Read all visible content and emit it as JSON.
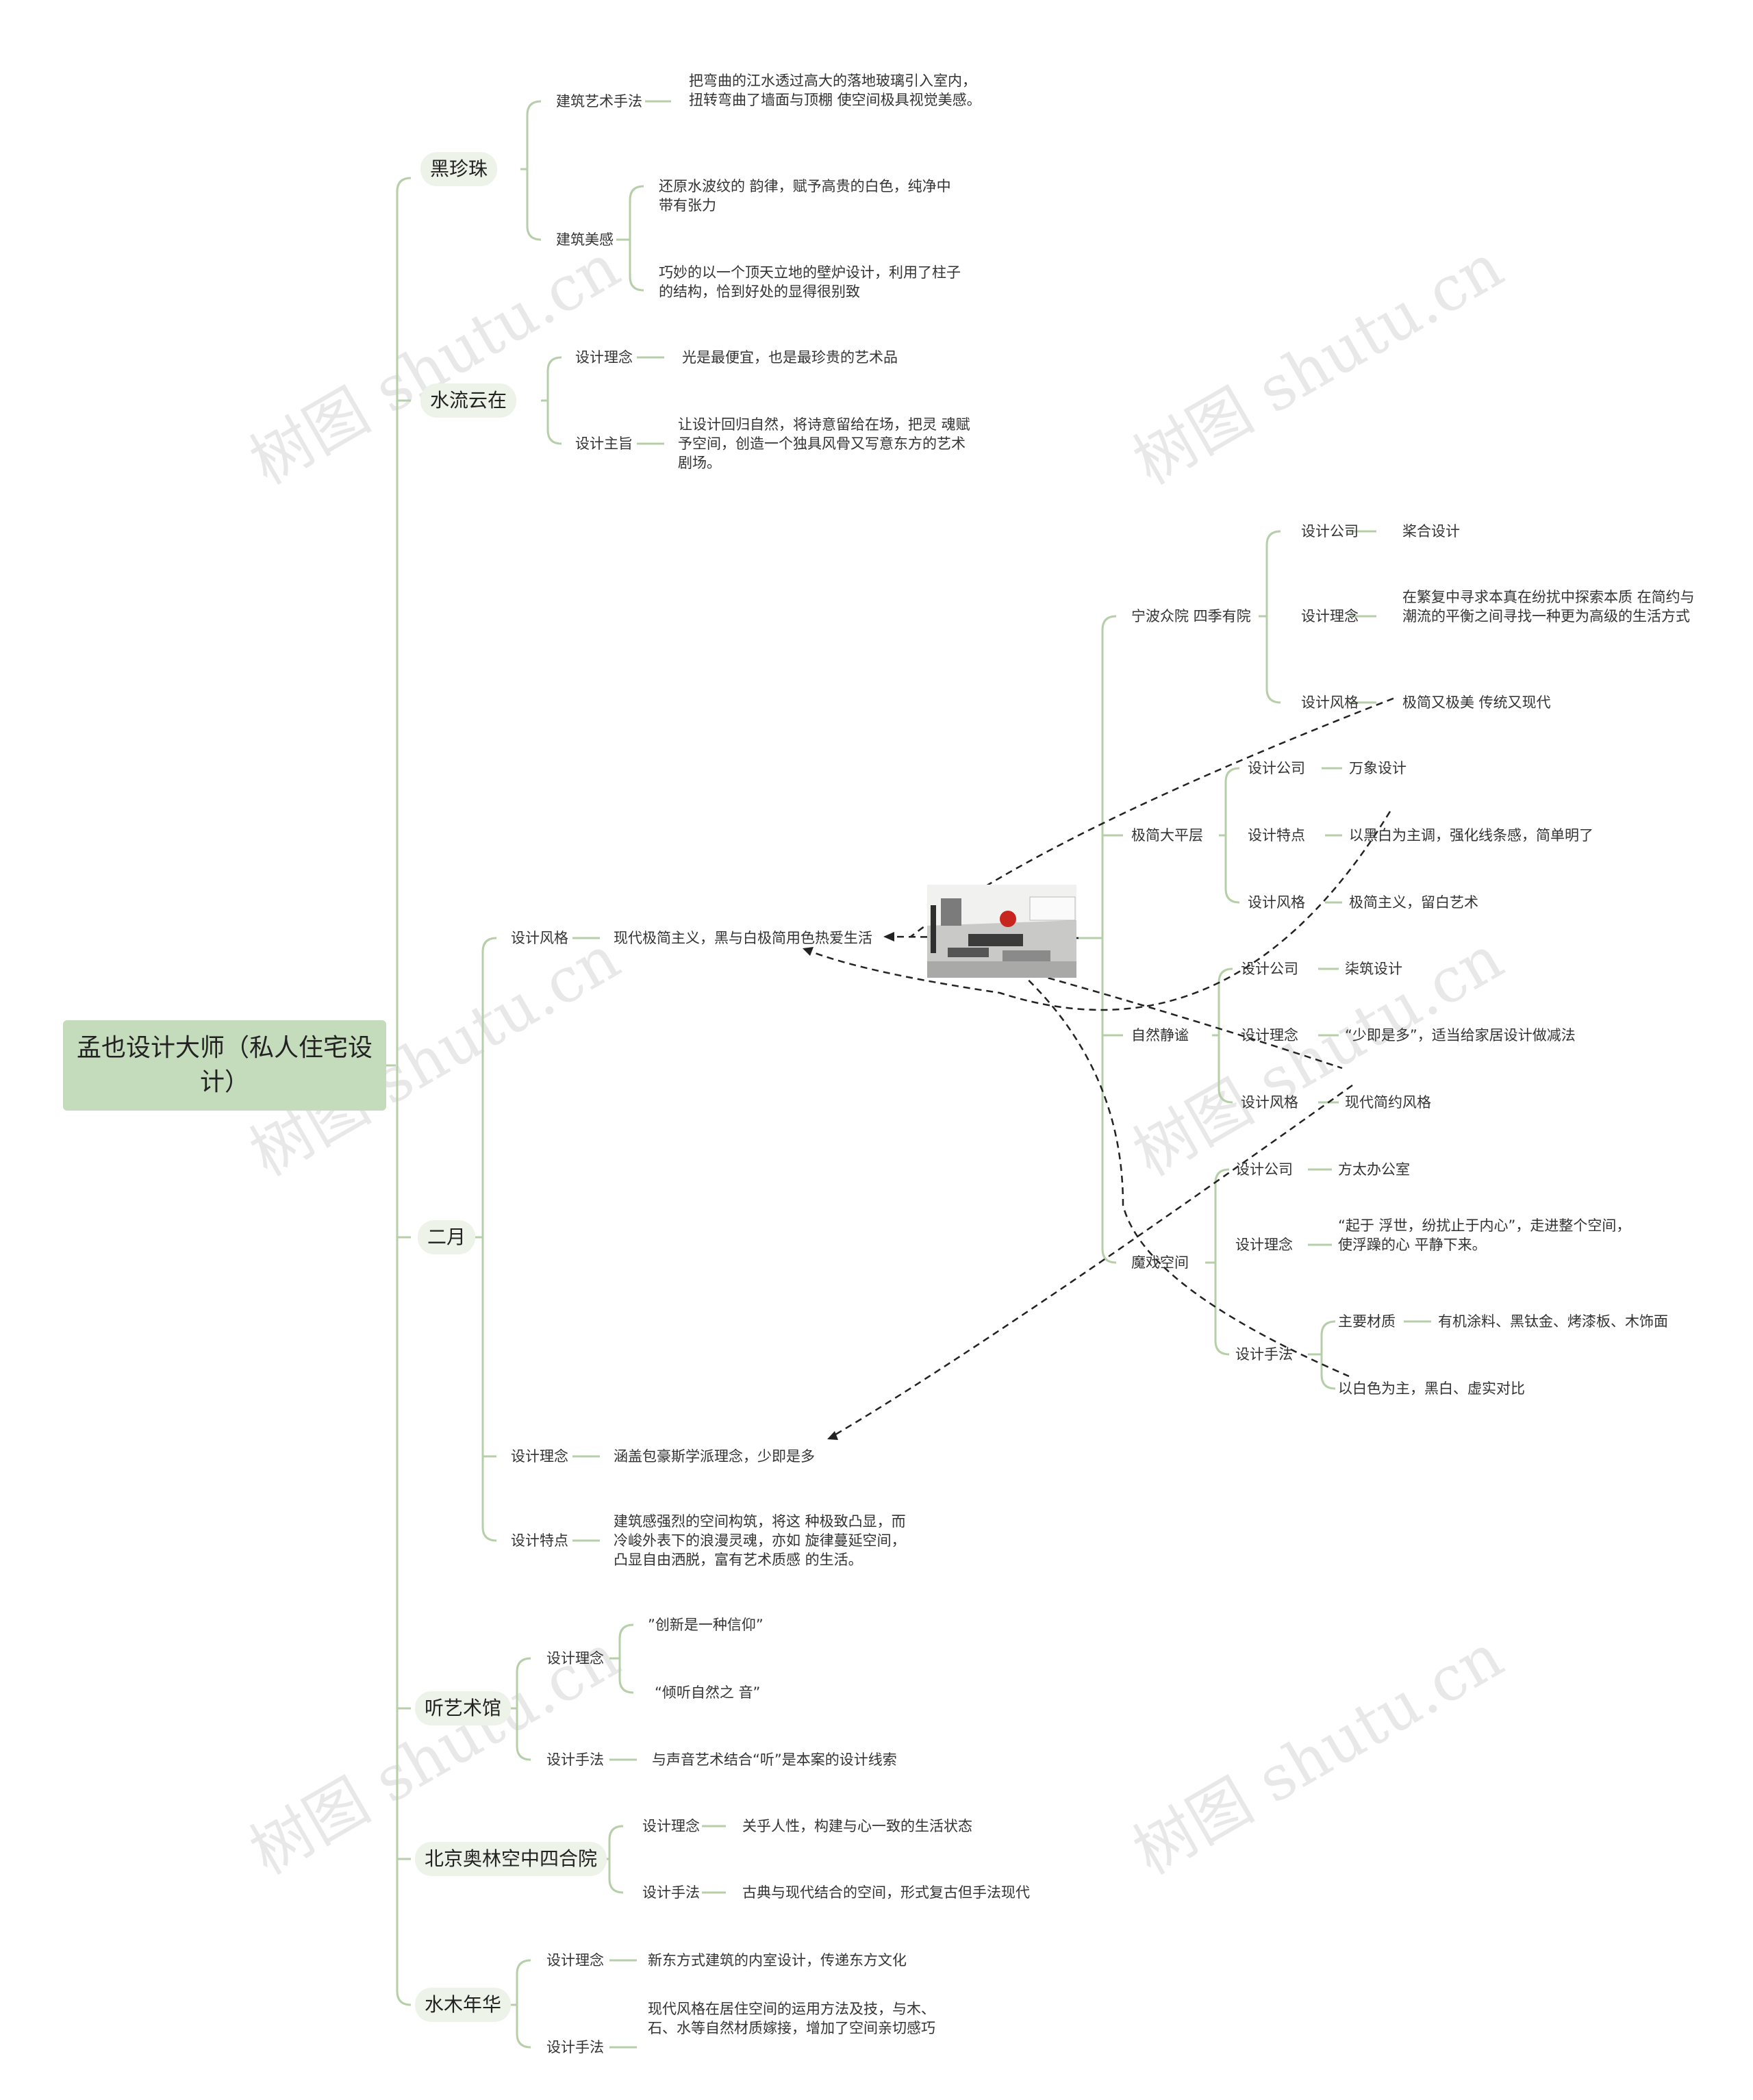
{
  "root": "孟也设计大师（私人住宅设计）",
  "b1": {
    "title": "黑珍珠",
    "k1": "建筑艺术手法",
    "v1": "把弯曲的江水透过高大的落地玻璃引入室内，扭转弯曲了墙面与顶棚 使空间极具视觉美感。",
    "k2": "建筑美感",
    "v2a": "还原水波纹的 韵律，赋予高贵的白色，纯净中带有张力",
    "v2b": "巧妙的以一个顶天立地的壁炉设计，利用了柱子的结构，恰到好处的显得很别致"
  },
  "b2": {
    "title": "水流云在",
    "k1": "设计理念",
    "v1": "光是最便宜，也是最珍贵的艺术品",
    "k2": "设计主旨",
    "v2": "让设计回归自然，将诗意留给在场，把灵 魂赋予空间，创造一个独具风骨又写意东方的艺术剧场。"
  },
  "b3": {
    "title": "二月",
    "k1": "设计风格",
    "v1": "现代极简主义，黑与白极简用色热爱生活",
    "k2": "设计理念",
    "v2": "涵盖包豪斯学派理念，少即是多",
    "k3": "设计特点",
    "v3": "建筑感强烈的空间构筑，将这 种极致凸显，而冷峻外表下的浪漫灵魂，亦如 旋律蔓延空间，凸显自由洒脱，富有艺术质感 的生活。"
  },
  "r1": {
    "title": "宁波众院 四季有院",
    "k1": "设计公司",
    "v1": "桨合设计",
    "k2": "设计理念",
    "v2": "在繁复中寻求本真在纷扰中探索本质 在简约与潮流的平衡之间寻找一种更为高级的生活方式",
    "k3": "设计风格",
    "v3": "极简又极美 传统又现代"
  },
  "r2": {
    "title": "极简大平层",
    "k1": "设计公司",
    "v1": "万象设计",
    "k2": "设计特点",
    "v2": "以黑白为主调，强化线条感，简单明了",
    "k3": "设计风格",
    "v3": "极简主义，留白艺术"
  },
  "r3": {
    "title": "自然静谧",
    "k1": "设计公司",
    "v1": "柒筑设计",
    "k2": "设计理念",
    "v2": "“少即是多”，适当给家居设计做减法",
    "k3": "设计风格",
    "v3": "现代简约风格"
  },
  "r4": {
    "title": "魔戏空间",
    "k1": "设计公司",
    "v1": "方太办公室",
    "k2": "设计理念",
    "v2": "“起于 浮世，纷扰止于内心”，走进整个空间，使浮躁的心 平静下来。",
    "k3": "设计手法",
    "k3a": "主要材质",
    "v3a": "有机涂料、黑钛金、烤漆板、木饰面",
    "v3b": "以白色为主，黑白、虚实对比"
  },
  "b4": {
    "title": "听艺术馆",
    "k1": "设计理念",
    "v1a": "”创新是一种信仰”",
    "v1b": "“倾听自然之 音”",
    "k2": "设计手法",
    "v2": "与声音艺术结合“听”是本案的设计线索"
  },
  "b5": {
    "title": "北京奥林空中四合院",
    "k1": "设计理念",
    "v1": "关乎人性，构建与心一致的生活状态",
    "k2": "设计手法",
    "v2": "古典与现代结合的空间，形式复古但手法现代"
  },
  "b6": {
    "title": "水木年华",
    "k1": "设计理念",
    "v1": "新东方式建筑的内室设计，传递东方文化",
    "k2": "设计手法",
    "v2": "现代风格在居住空间的运用方法及技，与木、石、水等自然材质嫁接，增加了空间亲切感巧"
  },
  "watermark": "树图 shutu.cn",
  "colors": {
    "line": "#b6cfa9",
    "root": "#c4dcbb",
    "pill": "#edf3e9",
    "text": "#333333"
  }
}
